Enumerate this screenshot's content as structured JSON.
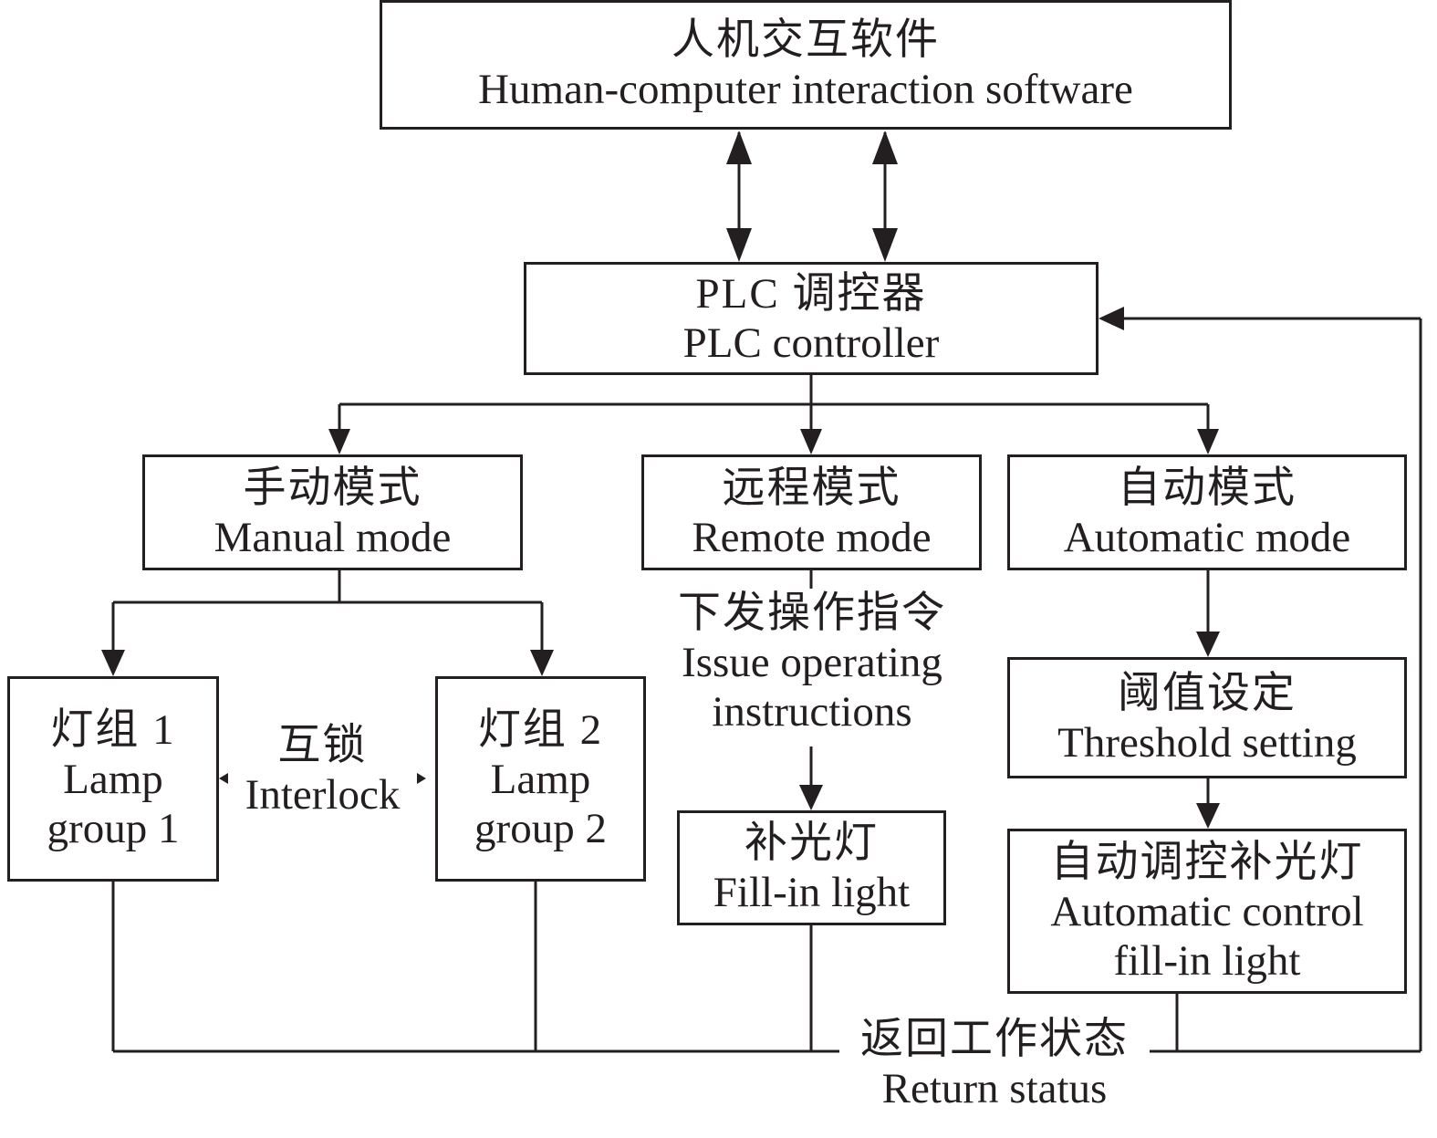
{
  "diagram": {
    "nodes": {
      "hci_software": {
        "zh": "人机交互软件",
        "en": "Human-computer interaction software"
      },
      "plc_controller": {
        "zh": "PLC 调控器",
        "en": "PLC controller"
      },
      "manual_mode": {
        "zh": "手动模式",
        "en": "Manual mode"
      },
      "remote_mode": {
        "zh": "远程模式",
        "en": "Remote mode"
      },
      "automatic_mode": {
        "zh": "自动模式",
        "en": "Automatic mode"
      },
      "lamp_group_1": {
        "zh": "灯组 1",
        "en1": "Lamp",
        "en2": "group 1"
      },
      "lamp_group_2": {
        "zh": "灯组 2",
        "en1": "Lamp",
        "en2": "group 2"
      },
      "fill_in_light": {
        "zh": "补光灯",
        "en": "Fill-in light"
      },
      "threshold_setting": {
        "zh": "阈值设定",
        "en": "Threshold setting"
      },
      "auto_fill_light": {
        "zh": "自动调控补光灯",
        "en1": "Automatic control",
        "en2": "fill-in light"
      }
    },
    "labels": {
      "interlock": {
        "zh": "互锁",
        "en": "Interlock"
      },
      "issue_instructions": {
        "zh": "下发操作指令",
        "en1": "Issue operating",
        "en2": "instructions"
      },
      "return_status": {
        "zh": "返回工作状态",
        "en": "Return status"
      }
    },
    "edges": [
      {
        "from": "hci_software",
        "to": "plc_controller",
        "type": "bidirectional"
      },
      {
        "from": "hci_software",
        "to": "plc_controller",
        "type": "bidirectional"
      },
      {
        "from": "plc_controller",
        "to": "manual_mode",
        "type": "arrow"
      },
      {
        "from": "plc_controller",
        "to": "remote_mode",
        "type": "arrow"
      },
      {
        "from": "plc_controller",
        "to": "automatic_mode",
        "type": "arrow"
      },
      {
        "from": "manual_mode",
        "to": "lamp_group_1",
        "type": "arrow"
      },
      {
        "from": "manual_mode",
        "to": "lamp_group_2",
        "type": "arrow"
      },
      {
        "from": "lamp_group_1",
        "to": "lamp_group_2",
        "type": "bidirectional",
        "label": "interlock"
      },
      {
        "from": "remote_mode",
        "to": "fill_in_light",
        "type": "arrow",
        "label": "issue_instructions"
      },
      {
        "from": "automatic_mode",
        "to": "threshold_setting",
        "type": "arrow"
      },
      {
        "from": "threshold_setting",
        "to": "auto_fill_light",
        "type": "arrow"
      },
      {
        "from": "lamp_group_1",
        "to": "plc_controller",
        "type": "feedback",
        "label": "return_status"
      },
      {
        "from": "lamp_group_2",
        "to": "plc_controller",
        "type": "feedback",
        "label": "return_status"
      },
      {
        "from": "fill_in_light",
        "to": "plc_controller",
        "type": "feedback",
        "label": "return_status"
      },
      {
        "from": "auto_fill_light",
        "to": "plc_controller",
        "type": "feedback",
        "label": "return_status"
      }
    ]
  }
}
